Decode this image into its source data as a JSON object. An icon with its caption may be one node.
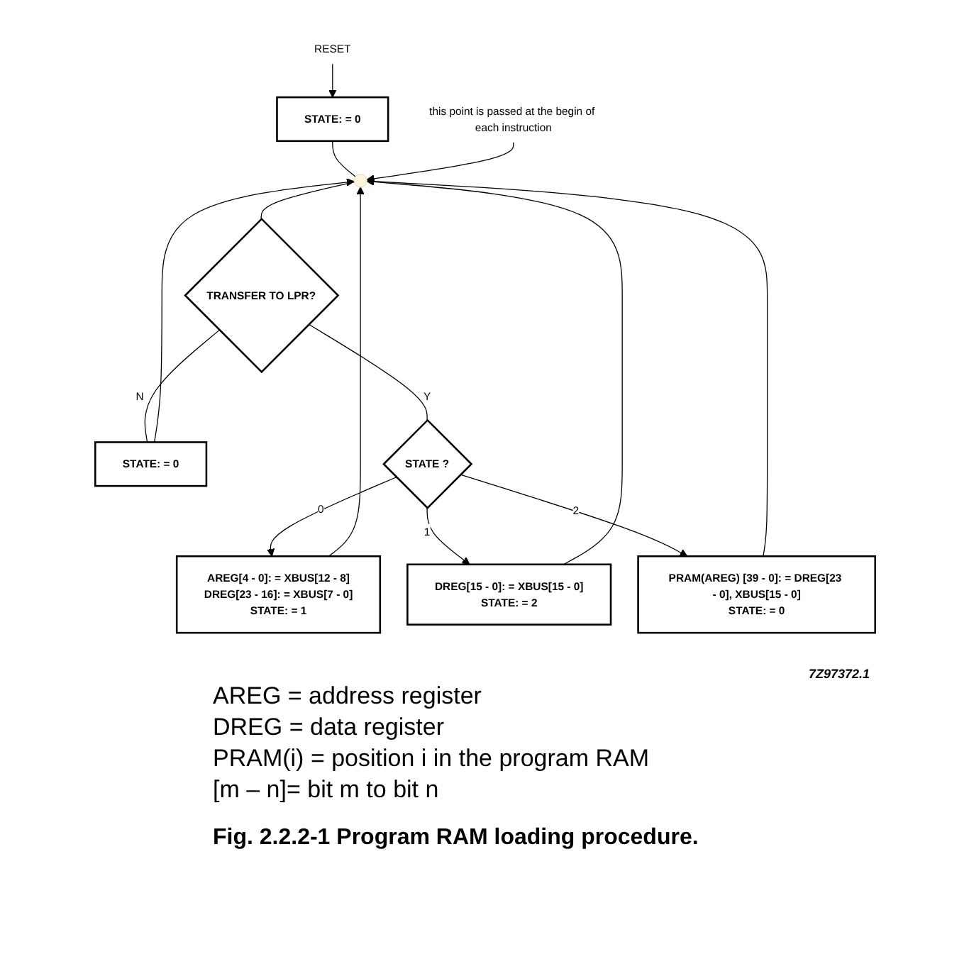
{
  "diagram": {
    "caption": "Fig. 2.2.2-1 Program RAM loading procedure.",
    "nodes": [
      {
        "text": [
          "RESET"
        ]
      },
      {
        "text": [
          "STATE: = 0"
        ]
      },
      {
        "text": [
          "this point is passed at the begin of each instruction"
        ]
      },
      {
        "text": [],
        "shape": "circle"
      },
      {
        "text": [
          "TRANSFER TO LPR?"
        ]
      },
      {
        "text": [
          "STATE: = 0"
        ]
      },
      {
        "text": [
          "STATE ?"
        ]
      },
      {
        "text": [
          "AREG[4 - 0]: = XBUS[12 - 8]",
          "DREG[23 - 16]: = XBUS[7 - 0]",
          "STATE: = 1"
        ]
      },
      {
        "text": [
          "DREG[15 - 0]: = XBUS[15 - 0]",
          "STATE: = 2"
        ]
      },
      {
        "text": [
          "PRAM(AREG) [39 - 0]: = DREG[23 - 0], XBUS[15 - 0]",
          "STATE: = 0"
        ]
      }
    ],
    "edges": [
      {
        "from": 0,
        "to": 1,
        "arrow": "to"
      },
      {
        "from": 1,
        "to": 3,
        "arrow": "none"
      },
      {
        "from": 2,
        "to": 3,
        "arrow": "to"
      },
      {
        "from": 3,
        "to": 4,
        "arrow": "none"
      },
      {
        "from": 4,
        "to": 5,
        "arrow": "none",
        "label": "N"
      },
      {
        "from": 4,
        "to": 6,
        "arrow": "none",
        "label": "Y"
      },
      {
        "from": 6,
        "to": 7,
        "arrow": "to",
        "label": "0"
      },
      {
        "from": 6,
        "to": 8,
        "arrow": "to",
        "label": "1"
      },
      {
        "from": 6,
        "to": 9,
        "arrow": "to",
        "label": "2"
      },
      {
        "from": 5,
        "to": 3,
        "arrow": "to"
      },
      {
        "from": 7,
        "to": 3,
        "arrow": "to"
      },
      {
        "from": 8,
        "to": 3,
        "arrow": "to"
      },
      {
        "from": 9,
        "to": 3,
        "arrow": "to"
      }
    ],
    "labels": [
      "7Z97372.1",
      "AREG = address register",
      "DREG = data register",
      "PRAM(i) = position i in the program RAM",
      "[m – n]= bit m to bit n"
    ]
  }
}
